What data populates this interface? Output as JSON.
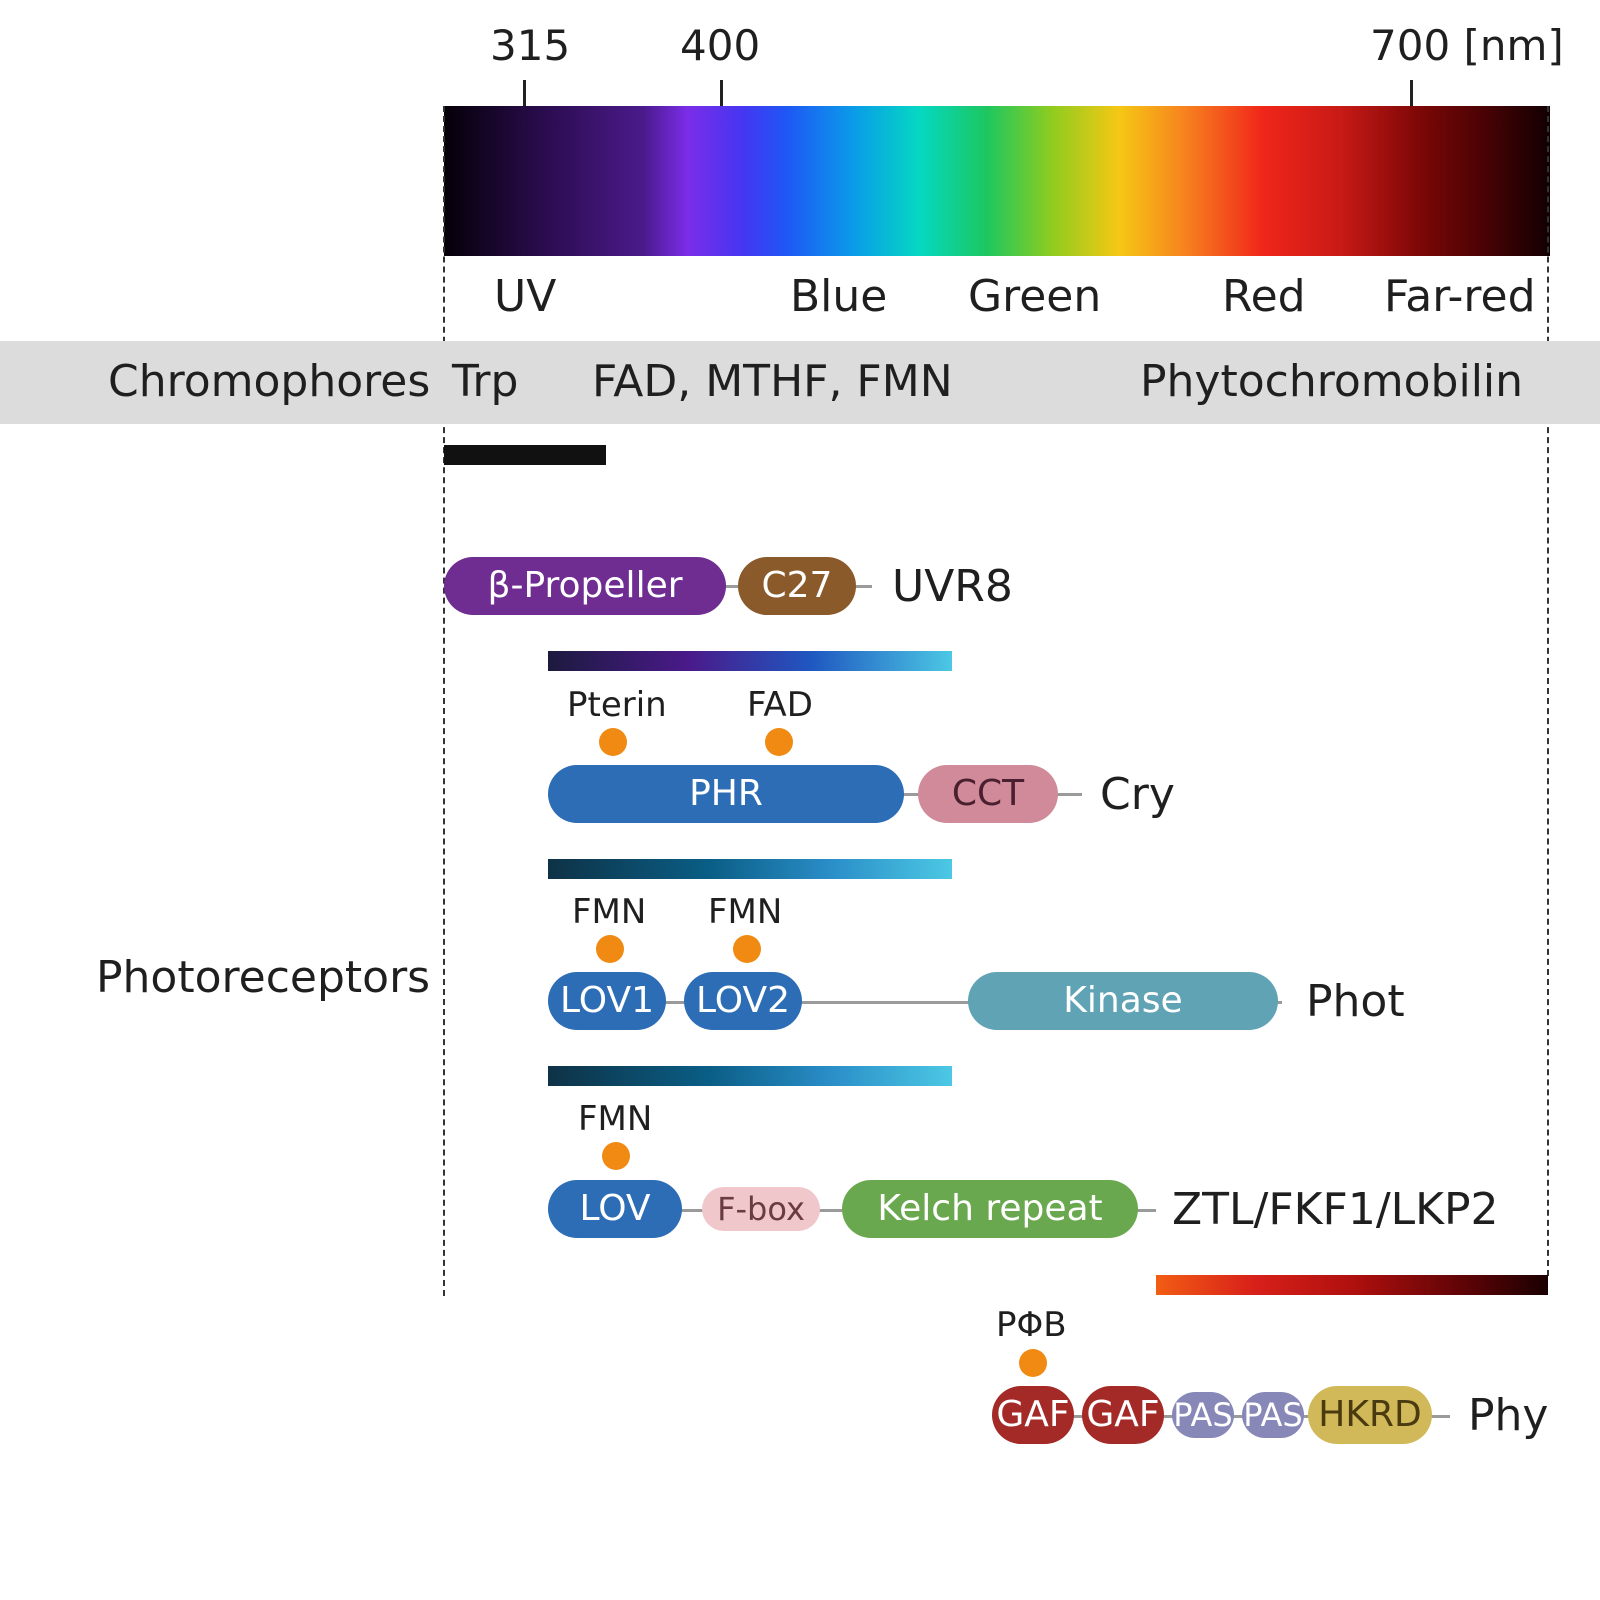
{
  "spectrum": {
    "ticks": [
      "315",
      "400",
      "700 [nm]"
    ],
    "bands": [
      "UV",
      "Blue",
      "Green",
      "Red",
      "Far-red"
    ]
  },
  "chromophores": {
    "label": "Chromophores",
    "items": [
      "Trp",
      "FAD, MTHF, FMN",
      "Phytochromobilin"
    ]
  },
  "photoreceptors_label": "Photoreceptors",
  "uvr8": {
    "domains": [
      "β-Propeller",
      "C27"
    ],
    "name": "UVR8"
  },
  "cry": {
    "chromophores": [
      "Pterin",
      "FAD"
    ],
    "domains": [
      "PHR",
      "CCT"
    ],
    "name": "Cry"
  },
  "phot": {
    "chromophores": [
      "FMN",
      "FMN"
    ],
    "domains": [
      "LOV1",
      "LOV2",
      "Kinase"
    ],
    "name": "Phot"
  },
  "ztl": {
    "chromophores": [
      "FMN"
    ],
    "domains": [
      "LOV",
      "F-box",
      "Kelch repeat"
    ],
    "name": "ZTL/FKF1/LKP2"
  },
  "phy": {
    "chromophores": [
      "PΦB"
    ],
    "domains": [
      "GAF",
      "GAF",
      "PAS",
      "PAS",
      "HKRD"
    ],
    "name": "Phy"
  },
  "colors": {
    "propeller": "#6f2d91",
    "c27": "#8a5a2b",
    "phr": "#2d6db5",
    "cct": "#d08a9a",
    "lov": "#2d6db5",
    "kinase": "#5fa3b5",
    "fbox": "#f0c8cc",
    "kelch": "#6aa84f",
    "gaf": "#a32a26",
    "pas": "#8888b8",
    "hkrd": "#d1b95a",
    "chromophore_dot": "#f08a12"
  }
}
